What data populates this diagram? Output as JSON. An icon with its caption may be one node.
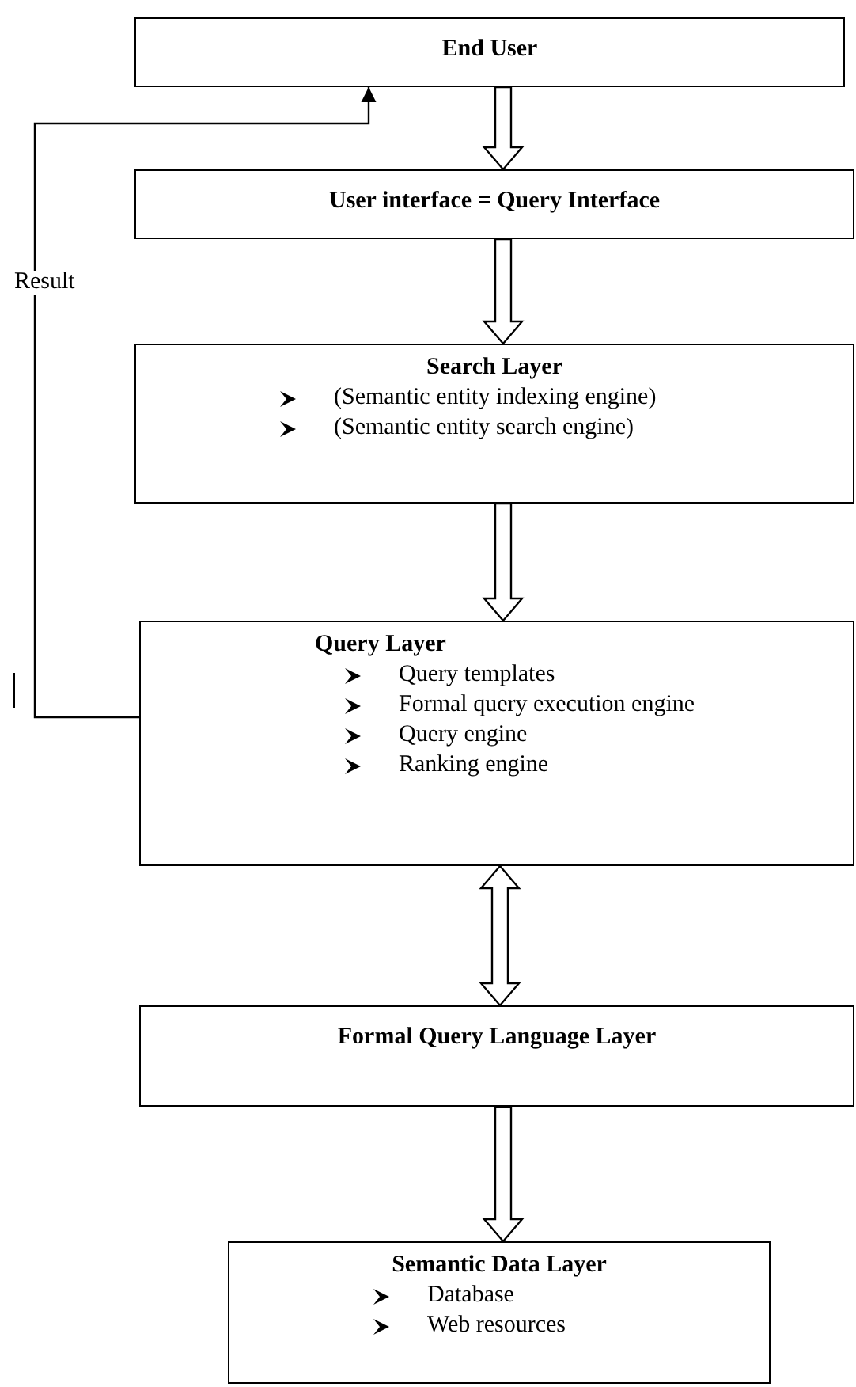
{
  "diagram": {
    "nodes": [
      {
        "text": [
          "End User"
        ]
      },
      {
        "text": [
          "User interface = Query Interface"
        ]
      },
      {
        "text": [
          "Search Layer",
          "(Semantic entity indexing engine)",
          "(Semantic entity search engine)"
        ]
      },
      {
        "text": [
          "Query Layer",
          "Query templates",
          "Formal query execution engine",
          "Query engine",
          "Ranking engine"
        ]
      },
      {
        "text": [
          "Formal Query Language Layer"
        ]
      },
      {
        "text": [
          "Semantic Data Layer",
          "Database",
          "Web resources"
        ]
      }
    ],
    "edges": [
      {
        "from": 0,
        "to": 1,
        "arrow": "to"
      },
      {
        "from": 1,
        "to": 2,
        "arrow": "to"
      },
      {
        "from": 2,
        "to": 3,
        "arrow": "to"
      },
      {
        "from": 3,
        "to": 4,
        "arrow": "both"
      },
      {
        "from": 4,
        "to": 5,
        "arrow": "to"
      },
      {
        "from": 3,
        "to": 0,
        "arrow": "to",
        "label": "Result"
      }
    ]
  }
}
